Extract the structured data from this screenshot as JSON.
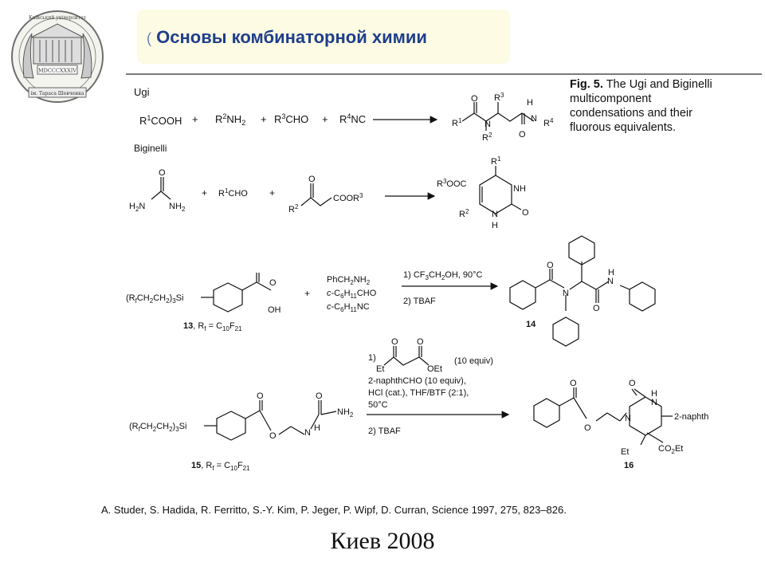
{
  "header": {
    "title": "Основы комбинаторной химии",
    "title_prefix": "(",
    "title_color": "#1f3f8c",
    "title_bg": "#fdfbe3"
  },
  "logo": {
    "emblem": "university-crest",
    "seal_text": "MDCCCXXXIV",
    "ribbon_text": "ім. Тараса Шевченка",
    "ring_text": "Київський університет"
  },
  "figure_caption": {
    "label": "Fig. 5.",
    "text": "The Ugi and Biginelli multicomponent condensations and their fluorous equivalents."
  },
  "scheme": {
    "ugi": {
      "label": "Ugi",
      "reagents": [
        "R1COOH",
        "R2NH2",
        "R3CHO",
        "R4NC"
      ],
      "product_labels": [
        "O",
        "R3",
        "H",
        "R1",
        "N",
        "N",
        "R4",
        "R2",
        "O"
      ]
    },
    "biginelli": {
      "label": "Biginelli",
      "reagents": [
        "H2N(C=O)NH2",
        "R1CHO",
        "R2C(O)CH2COOR3"
      ],
      "product_labels": [
        "R1",
        "R3OOC",
        "NH",
        "R2",
        "N",
        "O",
        "H"
      ]
    },
    "fluorous_ugi": {
      "reactant": "(RfCH2CH2)3Si",
      "reactant_caption": "13, Rf = C10F21",
      "reagents": [
        "PhCH2NH2",
        "c-C6H11CHO",
        "c-C6H11NC"
      ],
      "steps": [
        "1) CF3CH2OH, 90°C",
        "2) TBAF"
      ],
      "product_id": "14"
    },
    "fluorous_biginelli": {
      "reactant": "(RfCH2CH2)3Si",
      "reactant_caption": "15, Rf = C10F21",
      "steps": [
        "1)",
        "(10 equiv)",
        "2-naphthCHO (10 equiv),",
        "HCl (cat.), THF/BTF (2:1),",
        "50°C",
        "2) TBAF"
      ],
      "product_labels": [
        "O",
        "H",
        "N",
        "N",
        "2-naphth",
        "Et",
        "CO2Et"
      ],
      "product_id": "16"
    }
  },
  "reference": "A. Studer, S. Hadida, R. Ferritto, S.-Y. Kim, P. Jeger, P. Wipf, D. Curran, Science 1997, 275, 823–826.",
  "footer": "Киев 2008"
}
